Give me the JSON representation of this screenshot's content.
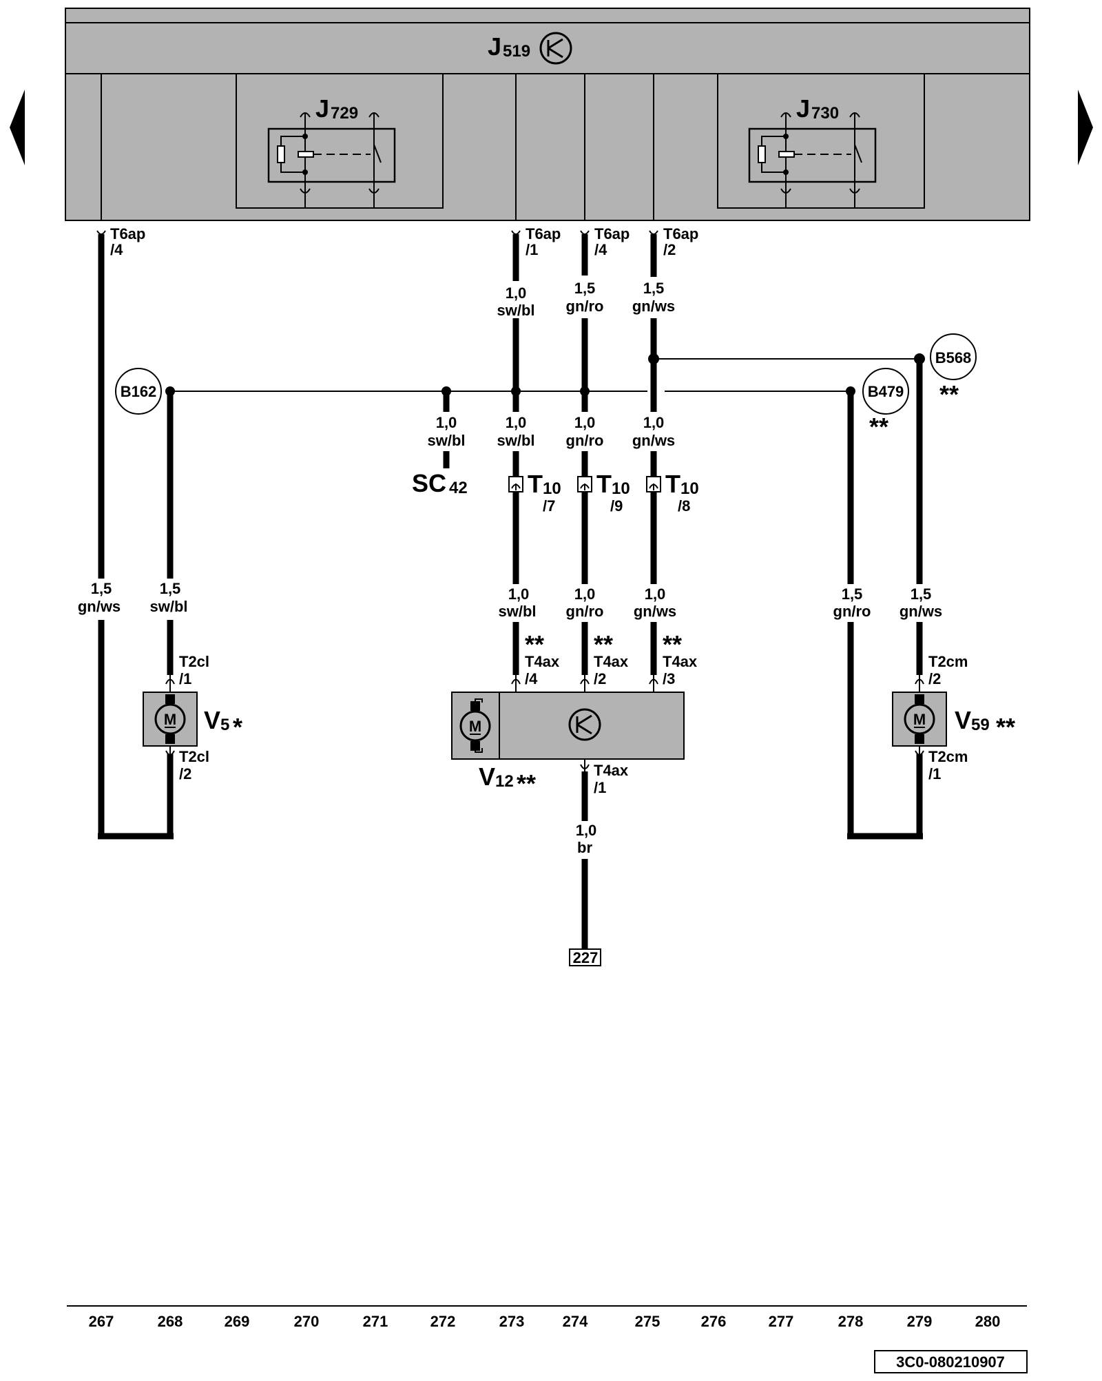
{
  "control_unit": {
    "letter": "J",
    "number": "519"
  },
  "relays": [
    {
      "letter": "J",
      "number": "729"
    },
    {
      "letter": "J",
      "number": "730"
    }
  ],
  "unit_connectors": {
    "c267": [
      "T6ap",
      "/4"
    ],
    "c273": [
      "T6ap",
      "/1"
    ],
    "c274": [
      "T6ap",
      "/4"
    ],
    "c275": [
      "T6ap",
      "/2"
    ]
  },
  "wires": {
    "w273_top": [
      "1,0",
      "sw/bl"
    ],
    "w274_top": [
      "1,5",
      "gn/ro"
    ],
    "w275_top": [
      "1,5",
      "gn/ws"
    ],
    "w272_mid": [
      "1,0",
      "sw/bl"
    ],
    "w273_mid": [
      "1,0",
      "sw/bl"
    ],
    "w274_mid": [
      "1,0",
      "gn/ro"
    ],
    "w275_mid": [
      "1,0",
      "gn/ws"
    ],
    "w267_low": [
      "1,5",
      "gn/ws"
    ],
    "w268_low": [
      "1,5",
      "sw/bl"
    ],
    "w273_low": [
      "1,0",
      "sw/bl"
    ],
    "w274_low": [
      "1,0",
      "gn/ro"
    ],
    "w275_low": [
      "1,0",
      "gn/ws"
    ],
    "w278_low": [
      "1,5",
      "gn/ro"
    ],
    "w279_low": [
      "1,5",
      "gn/ws"
    ],
    "w274_gnd": [
      "1,0",
      "br"
    ]
  },
  "junctions": {
    "b162": "B162",
    "b479": "B479",
    "b479_note": "**",
    "b568": "B568",
    "b568_note": "**"
  },
  "splice": {
    "letters": "SC",
    "number": "42"
  },
  "t10_connectors": [
    {
      "name": "T",
      "number": "10",
      "pin": "/7"
    },
    {
      "name": "T",
      "number": "10",
      "pin": "/9"
    },
    {
      "name": "T",
      "number": "10",
      "pin": "/8"
    }
  ],
  "motor_connectors": {
    "t2cl_1": [
      "T2cl",
      "/1"
    ],
    "t2cl_2": [
      "T2cl",
      "/2"
    ],
    "t4ax_4": [
      "**",
      "T4ax",
      "/4"
    ],
    "t4ax_2": [
      "**",
      "T4ax",
      "/2"
    ],
    "t4ax_3": [
      "**",
      "T4ax",
      "/3"
    ],
    "t4ax_1": [
      "T4ax",
      "/1"
    ],
    "t2cm_2": [
      "T2cm",
      "/2"
    ],
    "t2cm_1": [
      "T2cm",
      "/1"
    ]
  },
  "motors": {
    "v5": {
      "letter": "V",
      "number": "5",
      "note": "*",
      "symbol": "M"
    },
    "v12": {
      "letter": "V",
      "number": "12",
      "note": "**",
      "symbol": "M"
    },
    "v59": {
      "letter": "V",
      "number": "59",
      "note": "**",
      "symbol": "M"
    }
  },
  "ground_ref": "227",
  "track_numbers": [
    "267",
    "268",
    "269",
    "270",
    "271",
    "272",
    "273",
    "274",
    "275",
    "276",
    "277",
    "278",
    "279",
    "280"
  ],
  "document_code": "3C0-080210907",
  "colors": {
    "unit_fill": "#b3b3b3",
    "line": "#000000",
    "background": "#ffffff"
  }
}
